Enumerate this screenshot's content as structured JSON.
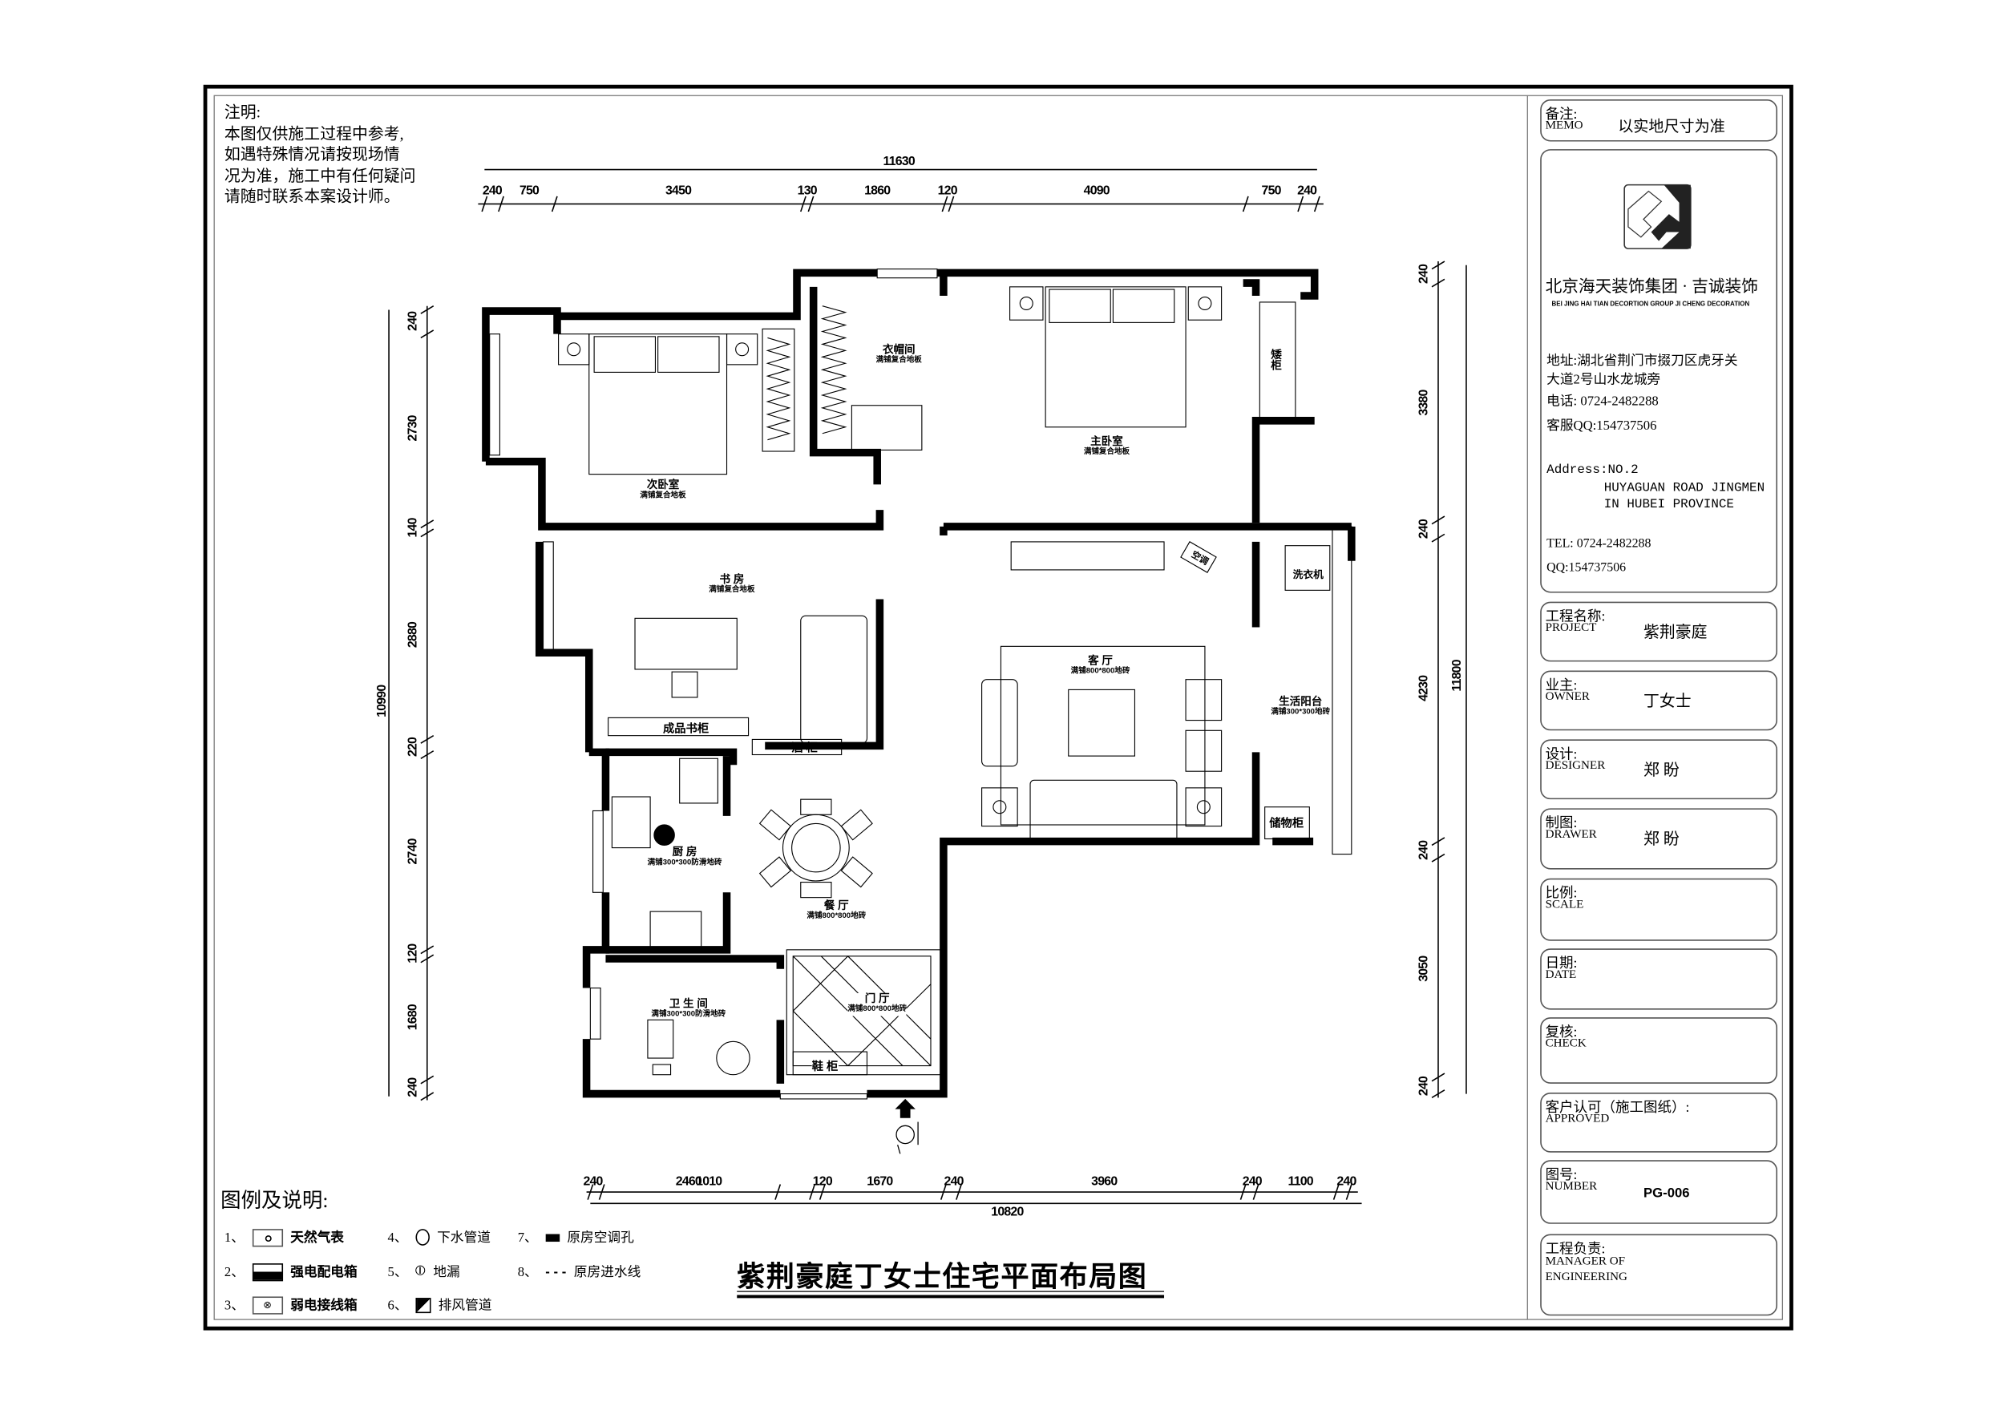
{
  "notes": {
    "title": "注明:",
    "lines": [
      "本图仅供施工过程中参考,",
      "如遇特殊情况请按现场情",
      "况为准，施工中有任何疑问",
      "请随时联系本案设计师。"
    ]
  },
  "dimensions": {
    "top_total": "11630",
    "top": [
      "240",
      "750",
      "3450",
      "130",
      "1860",
      "120",
      "4090",
      "750",
      "240"
    ],
    "left_total": "10990",
    "left": [
      "240",
      "2730",
      "140",
      "2880",
      "220",
      "2740",
      "120",
      "1680",
      "240"
    ],
    "right_total": "11800",
    "right": [
      "240",
      "3380",
      "240",
      "4230",
      "240",
      "3050",
      "240"
    ],
    "bottom_total": "10820",
    "bottom": [
      "240",
      "2460",
      "1010",
      "120",
      "1670",
      "240",
      "3960",
      "240",
      "1100",
      "240"
    ]
  },
  "rooms": {
    "bedroom2": {
      "name": "次卧室",
      "floor": "满铺复合地板"
    },
    "closet": {
      "name": "衣帽间",
      "floor": "满铺复合地板"
    },
    "master": {
      "name": "主卧室",
      "floor": "满铺复合地板"
    },
    "study": {
      "name": "书 房",
      "floor": "满铺复合地板"
    },
    "living": {
      "name": "客 厅",
      "floor": "满铺800*800地砖"
    },
    "balcony": {
      "name": "生活阳台",
      "floor": "满铺300*300地砖"
    },
    "kitchen": {
      "name": "厨 房",
      "floor": "满铺300*300防滑地砖"
    },
    "dining": {
      "name": "餐 厅",
      "floor": "满铺800*800地砖"
    },
    "bathroom": {
      "name": "卫 生 间",
      "floor": "满铺300*300防滑地砖"
    },
    "foyer": {
      "name": "门 厅",
      "floor": "满铺800*800地砖"
    }
  },
  "fixtures": {
    "bookcase": "成品书柜",
    "wine_cabinet": "酒 柜",
    "shoe_cabinet": "鞋 柜",
    "storage_cabinet": "储物柜",
    "low_cabinet": "矮柜",
    "washer": "洗衣机",
    "ac": "空调"
  },
  "legend": {
    "title": "图例及说明:",
    "items": [
      {
        "num": "1、",
        "label": "天然气表",
        "icon": "gas-meter-icon"
      },
      {
        "num": "2、",
        "label": "强电配电箱",
        "icon": "power-box-icon"
      },
      {
        "num": "3、",
        "label": "弱电接线箱",
        "icon": "weak-current-box-icon"
      },
      {
        "num": "4、",
        "label": "下水管道",
        "icon": "drain-pipe-icon"
      },
      {
        "num": "5、",
        "label": "地漏",
        "icon": "floor-drain-icon"
      },
      {
        "num": "6、",
        "label": "排风管道",
        "icon": "exhaust-duct-icon"
      },
      {
        "num": "7、",
        "label": "原房空调孔",
        "icon": "ac-hole-icon"
      },
      {
        "num": "8、",
        "label": "原房进水线",
        "icon": "water-line-icon"
      }
    ]
  },
  "drawing_title": "紫荆豪庭丁女士住宅平面布局图",
  "title_block": {
    "memo": {
      "cn": "备注:",
      "en": "MEMO",
      "value": "以实地尺寸为准"
    },
    "company_cn": "北京海天装饰集团 · 吉诚装饰",
    "company_en": "BEI JING HAI TIAN DECORTION GROUP  JI CHENG DECORATION",
    "address_cn_1": "地址:湖北省荆门市掇刀区虎牙关",
    "address_cn_2": "大道2号山水龙城旁",
    "phone_cn": "电话: 0724-2482288",
    "qq_cn": "客服QQ:154737506",
    "address_en_1": "Address:NO.2",
    "address_en_2": "HUYAGUAN ROAD JINGMEN",
    "address_en_3": "IN HUBEI PROVINCE",
    "tel_en": "TEL: 0724-2482288",
    "qq_en": "QQ:154737506",
    "fields": [
      {
        "cn": "工程名称:",
        "en": "PROJECT",
        "value": "紫荆豪庭"
      },
      {
        "cn": "业主:",
        "en": "OWNER",
        "value": "丁女士"
      },
      {
        "cn": "设计:",
        "en": "DESIGNER",
        "value": "郑 盼"
      },
      {
        "cn": "制图:",
        "en": "DRAWER",
        "value": "郑 盼"
      },
      {
        "cn": "比例:",
        "en": "SCALE",
        "value": ""
      },
      {
        "cn": "日期:",
        "en": "DATE",
        "value": ""
      },
      {
        "cn": "复核:",
        "en": "CHECK",
        "value": ""
      },
      {
        "cn": "客户认可（施工图纸）:",
        "en": "APPROVED",
        "value": ""
      },
      {
        "cn": "图号:",
        "en": "NUMBER",
        "value": "PG-006"
      },
      {
        "cn": "工程负责:",
        "en": "MANAGER OF ENGINEERING",
        "value": ""
      }
    ]
  }
}
